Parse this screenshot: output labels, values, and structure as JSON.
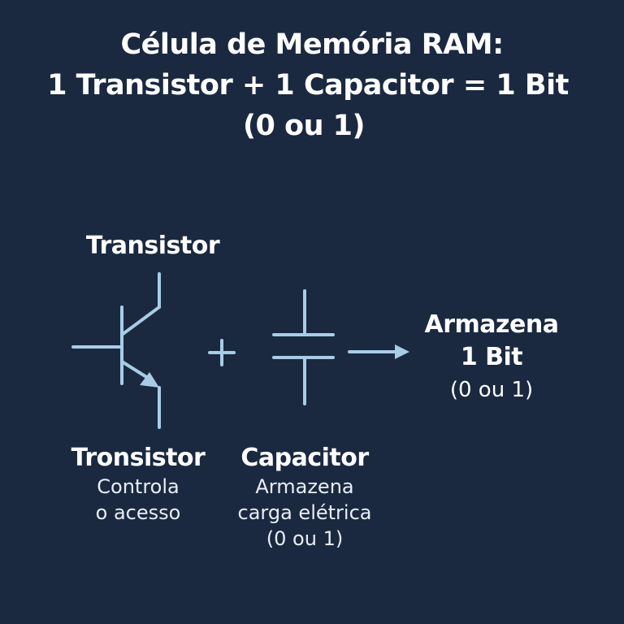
{
  "title": {
    "line1": "Célula de Memória RAM:",
    "line2": "1 Transistor + 1 Capacitor = 1 Bit",
    "line3": "(0 ou 1)"
  },
  "transistor_top_label": "Transistor",
  "operators": {
    "plus": "+",
    "arrow": "→"
  },
  "result": {
    "line1": "Armazena",
    "line2": "1 Bit",
    "line3": "(0 ou 1)"
  },
  "transistor_caption": {
    "title": "Tronsistor",
    "line1": "Controla",
    "line2": "o acesso"
  },
  "capacitor_caption": {
    "title": "Capacitor",
    "line1": "Armazena",
    "line2": "carga elétrica",
    "line3": "(0 ou 1)"
  },
  "colors": {
    "background": "#1a2940",
    "symbol_stroke": "#a9cce6",
    "text": "#ffffff"
  }
}
